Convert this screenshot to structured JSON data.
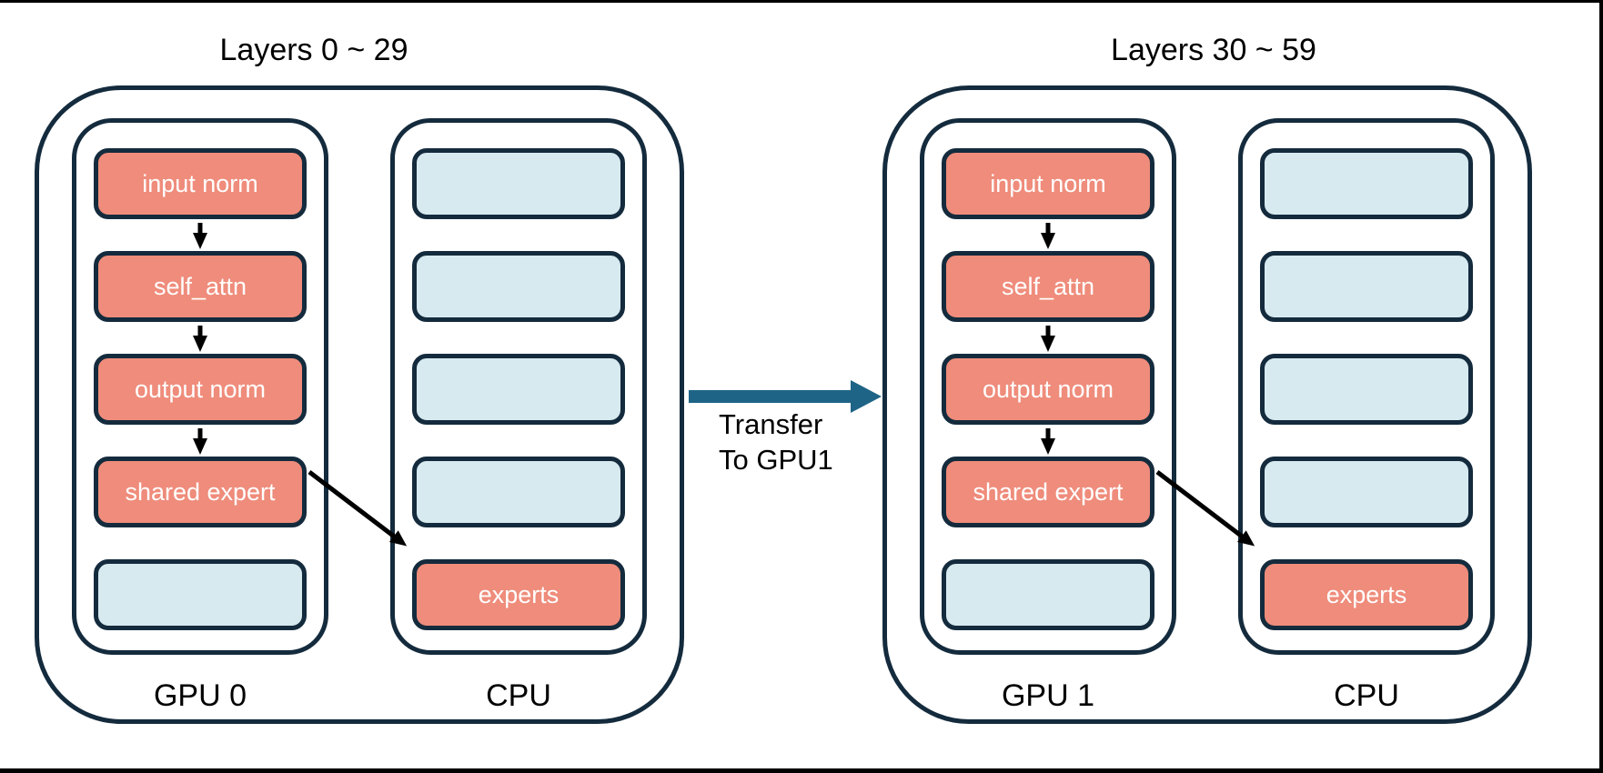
{
  "colors": {
    "border": "#142B3D",
    "salmon": "#EF8C7B",
    "lightblue": "#D7EAF0",
    "teal": "#1E6486",
    "ink": "#000000",
    "box_text": "#FFFFFF",
    "background": "#FFFFFF"
  },
  "groups": [
    {
      "title": "Layers 0 ~ 29",
      "columns": [
        {
          "label": "GPU 0",
          "slots": [
            {
              "text": "input norm",
              "type": "module"
            },
            {
              "text": "self_attn",
              "type": "module"
            },
            {
              "text": "output norm",
              "type": "module"
            },
            {
              "text": "shared expert",
              "type": "module"
            },
            {
              "text": "",
              "type": "empty"
            }
          ]
        },
        {
          "label": "CPU",
          "slots": [
            {
              "text": "",
              "type": "empty"
            },
            {
              "text": "",
              "type": "empty"
            },
            {
              "text": "",
              "type": "empty"
            },
            {
              "text": "",
              "type": "empty"
            },
            {
              "text": "experts",
              "type": "module"
            }
          ]
        }
      ]
    },
    {
      "title": "Layers 30 ~ 59",
      "columns": [
        {
          "label": "GPU 1",
          "slots": [
            {
              "text": "input norm",
              "type": "module"
            },
            {
              "text": "self_attn",
              "type": "module"
            },
            {
              "text": "output norm",
              "type": "module"
            },
            {
              "text": "shared expert",
              "type": "module"
            },
            {
              "text": "",
              "type": "empty"
            }
          ]
        },
        {
          "label": "CPU",
          "slots": [
            {
              "text": "",
              "type": "empty"
            },
            {
              "text": "",
              "type": "empty"
            },
            {
              "text": "",
              "type": "empty"
            },
            {
              "text": "",
              "type": "empty"
            },
            {
              "text": "experts",
              "type": "module"
            }
          ]
        }
      ]
    }
  ],
  "transfer": {
    "line1": "Transfer",
    "line2": "To GPU1"
  }
}
